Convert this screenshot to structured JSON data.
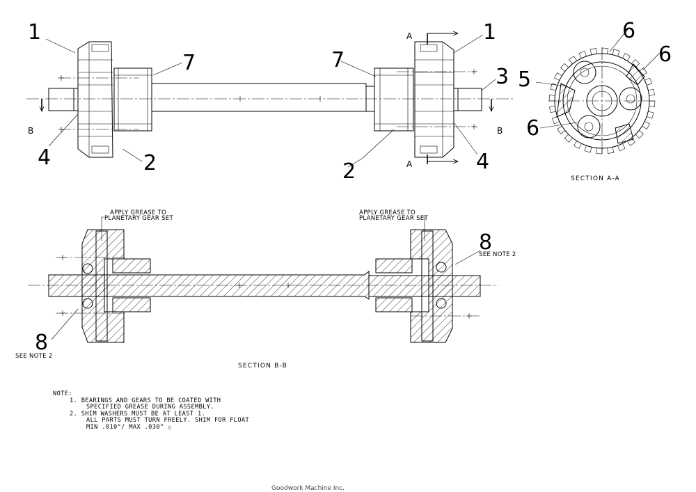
{
  "callouts": {
    "top_left_1": "1",
    "top_left_7": "7",
    "top_left_4": "4",
    "top_left_2": "2",
    "top_right_7": "7",
    "top_right_1": "1",
    "top_right_3": "3",
    "top_right_2": "2",
    "top_right_4": "4",
    "sa_6_top": "6",
    "sa_6_right": "6",
    "sa_5": "5",
    "sa_6_bottom": "6",
    "sb_8_right": "8",
    "sb_8_left": "8"
  },
  "section_marks": {
    "a_top": "A",
    "a_bottom": "A",
    "b_left": "B",
    "b_right": "B"
  },
  "labels": {
    "section_a": "SECTION A-A",
    "section_b": "SECTION B-B",
    "grease_left_1": "APPLY GREASE TO",
    "grease_left_2": "PLANETARY GEAR SET",
    "grease_right_1": "APPLY GREASE TO",
    "grease_right_2": "PLANETARY GEAR SET",
    "see_note_right": "SEE NOTE 2",
    "see_note_left": "SEE NOTE 2"
  },
  "notes": {
    "heading": "NOTE:",
    "line1": "1. BEARINGS AND GEARS TO BE COATED WITH",
    "line2": "SPECIFIED GREASE DURING ASSEMBLY.",
    "line3": "2. SHIM WASHERS MUST BE AT LEAST 1.",
    "line4": "ALL PARTS MUST TURN FREELY. SHIM FOR FLOAT",
    "line5": "MIN .010\"/ MAX .030\" △"
  },
  "footer": "Goodwork Machine Inc."
}
